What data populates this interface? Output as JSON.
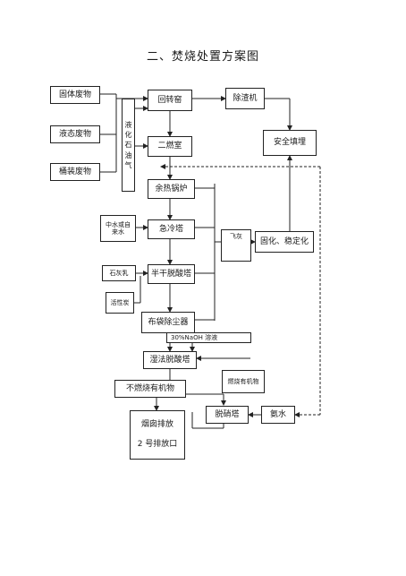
{
  "title": "二、焚烧处置方案图",
  "nodes": {
    "solid_waste": "固体废物",
    "liquid_waste": "液态废物",
    "barrel_waste": "桶装废物",
    "lpg": "液化石油气",
    "rotary_kiln": "回转窑",
    "secondary_chamber": "二燃室",
    "waste_heat_boiler": "余热锅炉",
    "quench_tower": "急冷塔",
    "semi_dry_deacid": "半干脱酸塔",
    "bag_filter": "布袋除尘器",
    "wet_deacid": "湿法脱酸塔",
    "denitration": "脱硝塔",
    "stack": "烟囱排放",
    "outlet": "2 号排放口",
    "slag_remover": "除渣机",
    "landfill": "安全填埋",
    "fly_ash": "飞灰",
    "solidify": "固化、稳定化",
    "ammonia": "氨水",
    "reclaimed_water": "中水或自来水",
    "lime_milk": "石灰乳",
    "activated_carbon": "活性炭",
    "naoh": "30%NaOH 溶液",
    "combustible_organics": "燃烧有机物",
    "noncombustible_organics": "不燃烧有机物"
  }
}
